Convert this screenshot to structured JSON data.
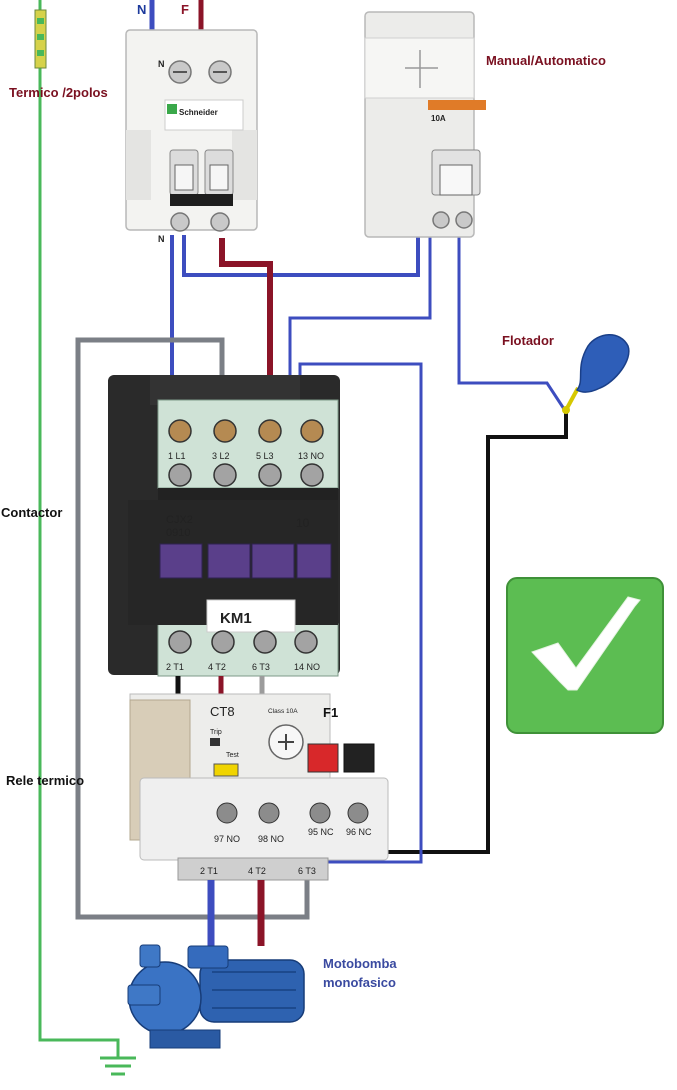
{
  "labels": {
    "breaker": "Termico /2polos",
    "selector": "Manual/Automatico",
    "float": "Flotador",
    "contactor": "Contactor",
    "overload_relay": "Rele termico",
    "pump_line1": "Motobomba",
    "pump_line2": "monofasico",
    "supply_neutral": "N",
    "supply_phase": "F",
    "overload_tag": "F1"
  },
  "breaker": {
    "brand": "Schneider",
    "terminal_top": "N",
    "terminal_bottom": "N"
  },
  "selector_switch": {
    "rating": "10A"
  },
  "contactor": {
    "model_line1": "CJX2",
    "model_line2": "0910",
    "aux_code": "10",
    "tag": "KM1",
    "top_terminals": [
      "1 L1",
      "3 L2",
      "5 L3",
      "13 NO"
    ],
    "bottom_terminals": [
      "2 T1",
      "4 T2",
      "6 T3",
      "14 NO"
    ]
  },
  "overload": {
    "model": "CT8",
    "class": "Class 10A",
    "trip": "Trip",
    "test": "Test",
    "aux_terminals": [
      "97 NO",
      "98 NO",
      "95 NC",
      "96 NC"
    ],
    "out_terminals": [
      "2 T1",
      "4 T2",
      "6 T3"
    ]
  },
  "colors": {
    "neutral": "#3d4dbf",
    "phase": "#8b1428",
    "ground": "#49b85a",
    "signal": "#111111",
    "coil": "#7b7f86",
    "check": "#5cbd52"
  }
}
